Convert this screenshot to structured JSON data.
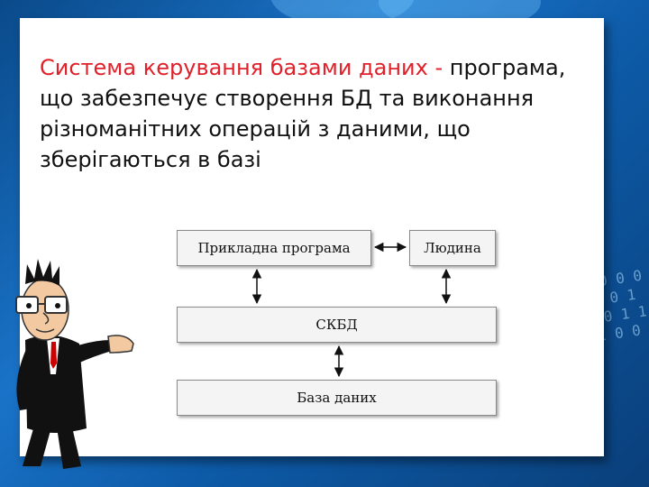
{
  "slide": {
    "term": "Система керування базами даних",
    "separator": " - ",
    "definition": "програма, що забезпечує створення БД та виконання різноманітних операцій з даними, що зберігаються в базі"
  },
  "diagram": {
    "nodes": {
      "application": "Прикладна програма",
      "human": "Людина",
      "dbms": "СКБД",
      "database": "База даних"
    },
    "edges": [
      {
        "from": "application",
        "to": "human",
        "direction": "both"
      },
      {
        "from": "application",
        "to": "dbms",
        "direction": "both"
      },
      {
        "from": "human",
        "to": "dbms",
        "direction": "both"
      },
      {
        "from": "dbms",
        "to": "database",
        "direction": "both"
      }
    ]
  },
  "colors": {
    "term": "#e0202a",
    "text": "#111111",
    "background": "#1a73c8",
    "card": "#ffffff"
  },
  "icons": {
    "presenter": "cartoon-teacher-pointing-icon"
  }
}
